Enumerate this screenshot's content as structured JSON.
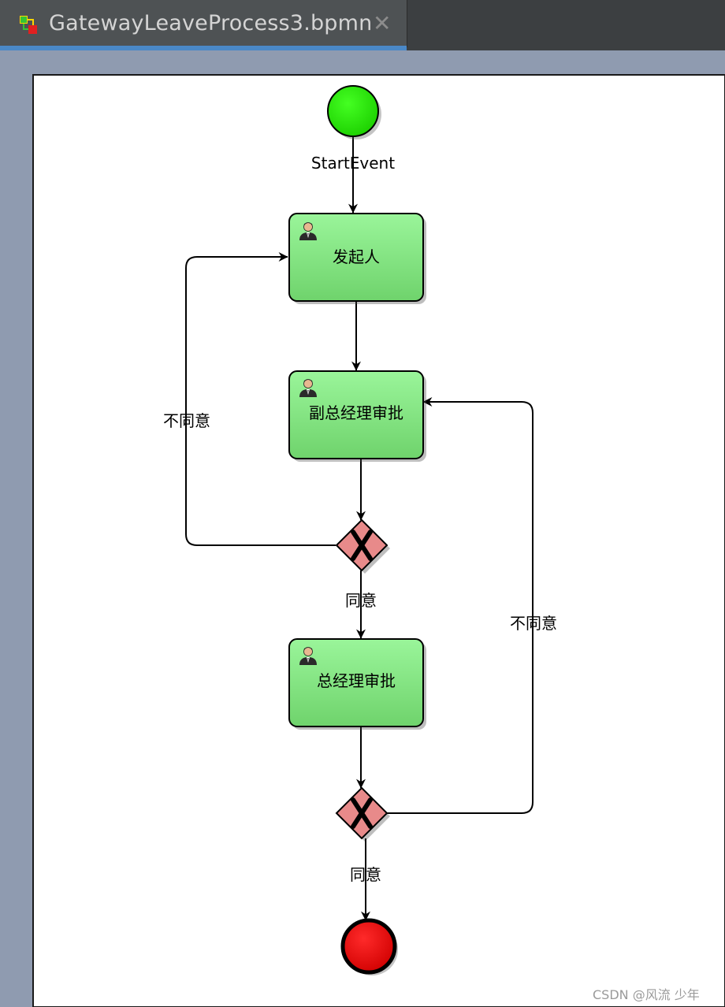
{
  "tab": {
    "title": "GatewayLeaveProcess3.bpmn",
    "close_glyph": "✕",
    "icon": "bpmn-file-icon"
  },
  "diagram": {
    "start_event_label": "StartEvent",
    "task_initiator": "发起人",
    "task_deputy_gm": "副总经理审批",
    "task_gm": "总经理审批",
    "flow_disagree_1": "不同意",
    "flow_agree_1": "同意",
    "flow_disagree_2": "不同意",
    "flow_agree_2": "同意",
    "colors": {
      "start": "#22dd00",
      "task": "#7fe07a",
      "gateway": "#e88a8a",
      "end": "#e00000"
    }
  },
  "watermark": "CSDN @风流 少年"
}
